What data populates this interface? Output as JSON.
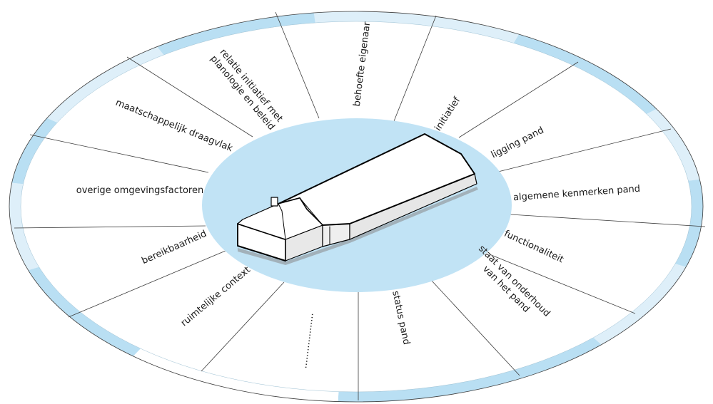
{
  "colors": {
    "ring_dark": "#b9dff3",
    "ring_light": "#deeff9",
    "center": "#c1e3f5",
    "line": "#3c3c3c",
    "building_outline": "#000000",
    "building_fill": "#ffffff",
    "building_side": "#e6e6e6"
  },
  "segments": [
    {
      "id": "behoefte-eigenaar",
      "lines": [
        "behoefte eigenaar"
      ]
    },
    {
      "id": "initiatief",
      "lines": [
        "initiatief"
      ]
    },
    {
      "id": "ligging-pand",
      "lines": [
        "ligging pand"
      ]
    },
    {
      "id": "algemene-kenmerken-pand",
      "lines": [
        "algemene kenmerken pand"
      ]
    },
    {
      "id": "functionaliteit",
      "lines": [
        "functionaliteit"
      ]
    },
    {
      "id": "staat-van-onderhoud",
      "lines": [
        "staat van onderhoud",
        "van het pand"
      ]
    },
    {
      "id": "status-pand",
      "lines": [
        "status pand"
      ]
    },
    {
      "id": "ellipsis",
      "lines": [
        "..................."
      ]
    },
    {
      "id": "ruimtelijke-context",
      "lines": [
        "ruimtelijke context"
      ]
    },
    {
      "id": "bereikbaarheid",
      "lines": [
        "bereikbaarheid"
      ]
    },
    {
      "id": "overige-omgevingsfactoren",
      "lines": [
        "overige omgevingsfactoren"
      ]
    },
    {
      "id": "maatschappelijk-draagvlak",
      "lines": [
        "maatschappelijk draagvlak"
      ]
    },
    {
      "id": "relatie-initiatief",
      "lines": [
        "relatie initiatief met",
        "planologie en beleid"
      ]
    }
  ]
}
